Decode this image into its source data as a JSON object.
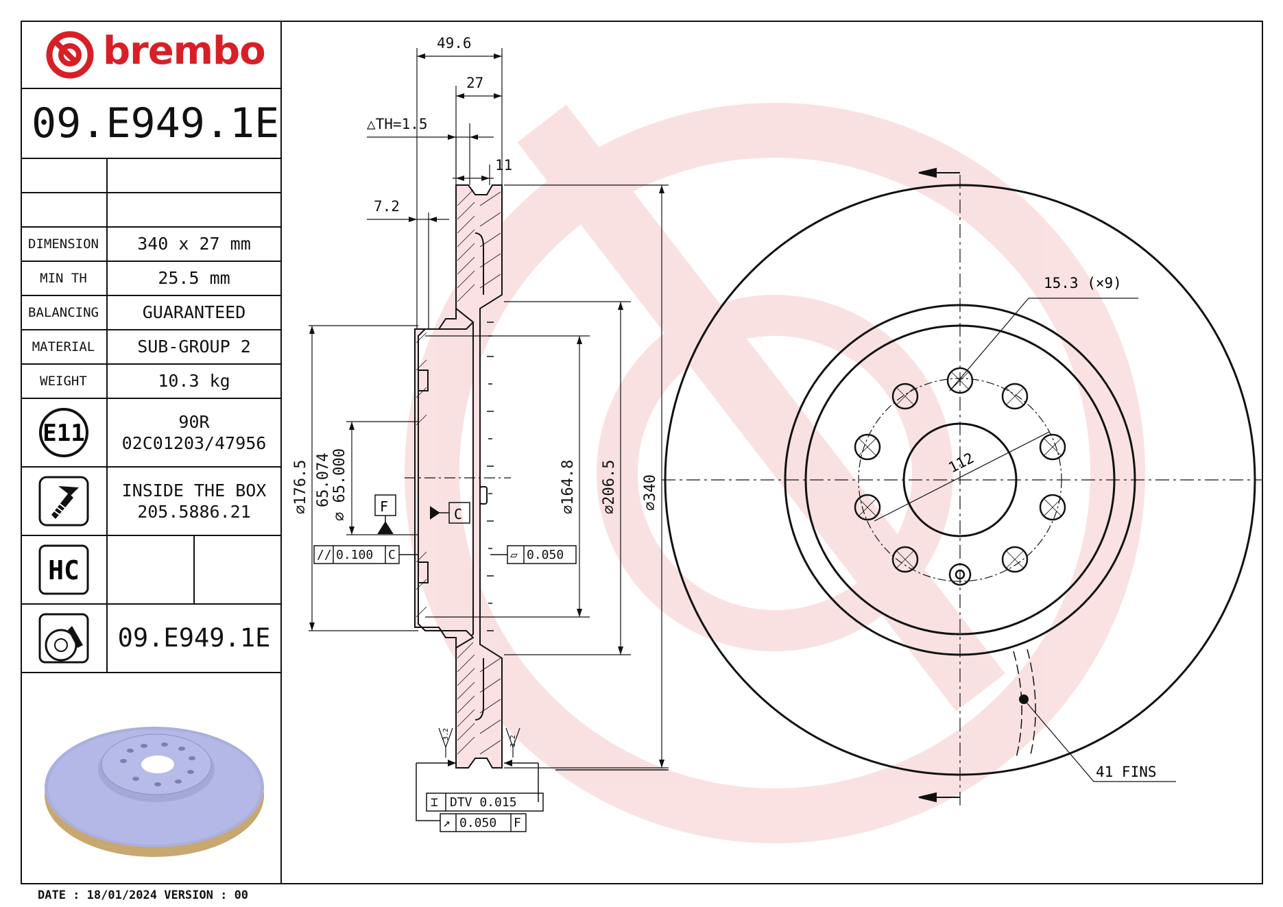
{
  "brand": {
    "name": "brembo",
    "color": "#d81f26"
  },
  "part_number": "09.E949.1E",
  "specs": [
    {
      "label": "DIMENSION",
      "value": "340 x 27 mm"
    },
    {
      "label": "MIN TH",
      "value": "25.5 mm"
    },
    {
      "label": "BALANCING",
      "value": "GUARANTEED"
    },
    {
      "label": "MATERIAL",
      "value": "SUB-GROUP 2"
    },
    {
      "label": "WEIGHT",
      "value": "10.3 kg"
    }
  ],
  "approval": {
    "icon": "E11",
    "line1": "90R",
    "line2": "02C01203/47956"
  },
  "screw": {
    "icon": "screw-icon",
    "line1": "INSIDE THE BOX",
    "line2": "205.5886.21"
  },
  "hc": {
    "icon": "HC"
  },
  "disc_part_number": "09.E949.1E",
  "footer": {
    "date_label": "DATE : 18/01/2024 VERSION : 00"
  },
  "drawing": {
    "dims_top": [
      "49.6",
      "27",
      "△TH=1.5",
      "11",
      "7.2"
    ],
    "diameters": [
      "⌀176.5",
      "65.074",
      "⌀ 65.000",
      "⌀164.8",
      "⌀206.5",
      "⌀340"
    ],
    "datum_f": "F",
    "datum_c": "C",
    "tol_parallel": {
      "symbol": "//",
      "value": "0.100",
      "datum": "C"
    },
    "tol_flat": {
      "symbol": "▱",
      "value": "0.050"
    },
    "tol_dtv": {
      "symbol": "⌶",
      "value": "DTV 0.015"
    },
    "tol_runout": {
      "symbol": "↗",
      "value": "0.050",
      "datum": "F"
    },
    "roughness": "3.2",
    "holes": "15.3 (×9)",
    "pcd": "112",
    "fins": "41 FINS"
  }
}
